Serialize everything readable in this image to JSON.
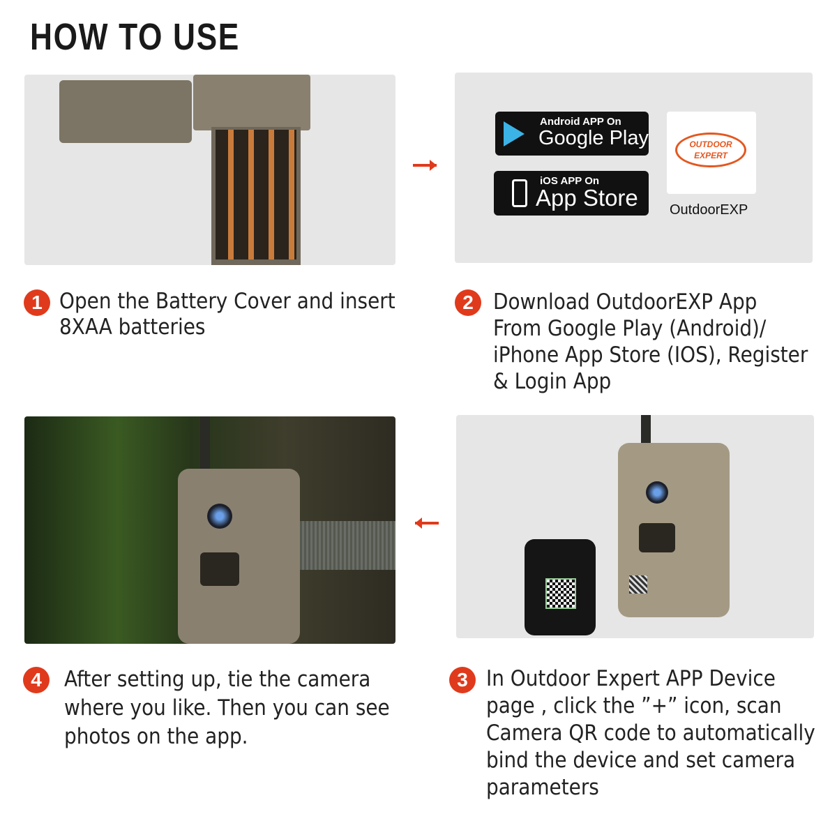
{
  "title": "HOW TO USE",
  "steps": [
    {
      "number": "1",
      "lines": [
        "Open the Battery Cover and insert",
        "8XAA  batteries"
      ]
    },
    {
      "number": "2",
      "lines": [
        "Download OutdoorEXP App",
        "From Google Play (Android)/",
        "iPhone App Store (IOS), Register",
        "& Login App"
      ]
    },
    {
      "number": "3",
      "lines": [
        "In Outdoor Expert APP Device",
        "page , click the ”+” icon, scan",
        "Camera QR code to automatically",
        "bind the device and set camera",
        "parameters"
      ]
    },
    {
      "number": "4",
      "lines": [
        "After setting up, tie the camera",
        "where you like. Then you can see",
        "photos on the app."
      ]
    }
  ],
  "badges": {
    "google_small": "Android APP On",
    "google_big": "Google Play",
    "apple_small": "iOS APP On",
    "apple_big": "App Store",
    "app_name": "OutdoorEXP",
    "logo_line1": "OUTDOOR",
    "logo_line2": "EXPERT"
  },
  "colors": {
    "accent": "#e03a1c",
    "panel": "#e6e6e6",
    "camera": "#8a806f"
  }
}
